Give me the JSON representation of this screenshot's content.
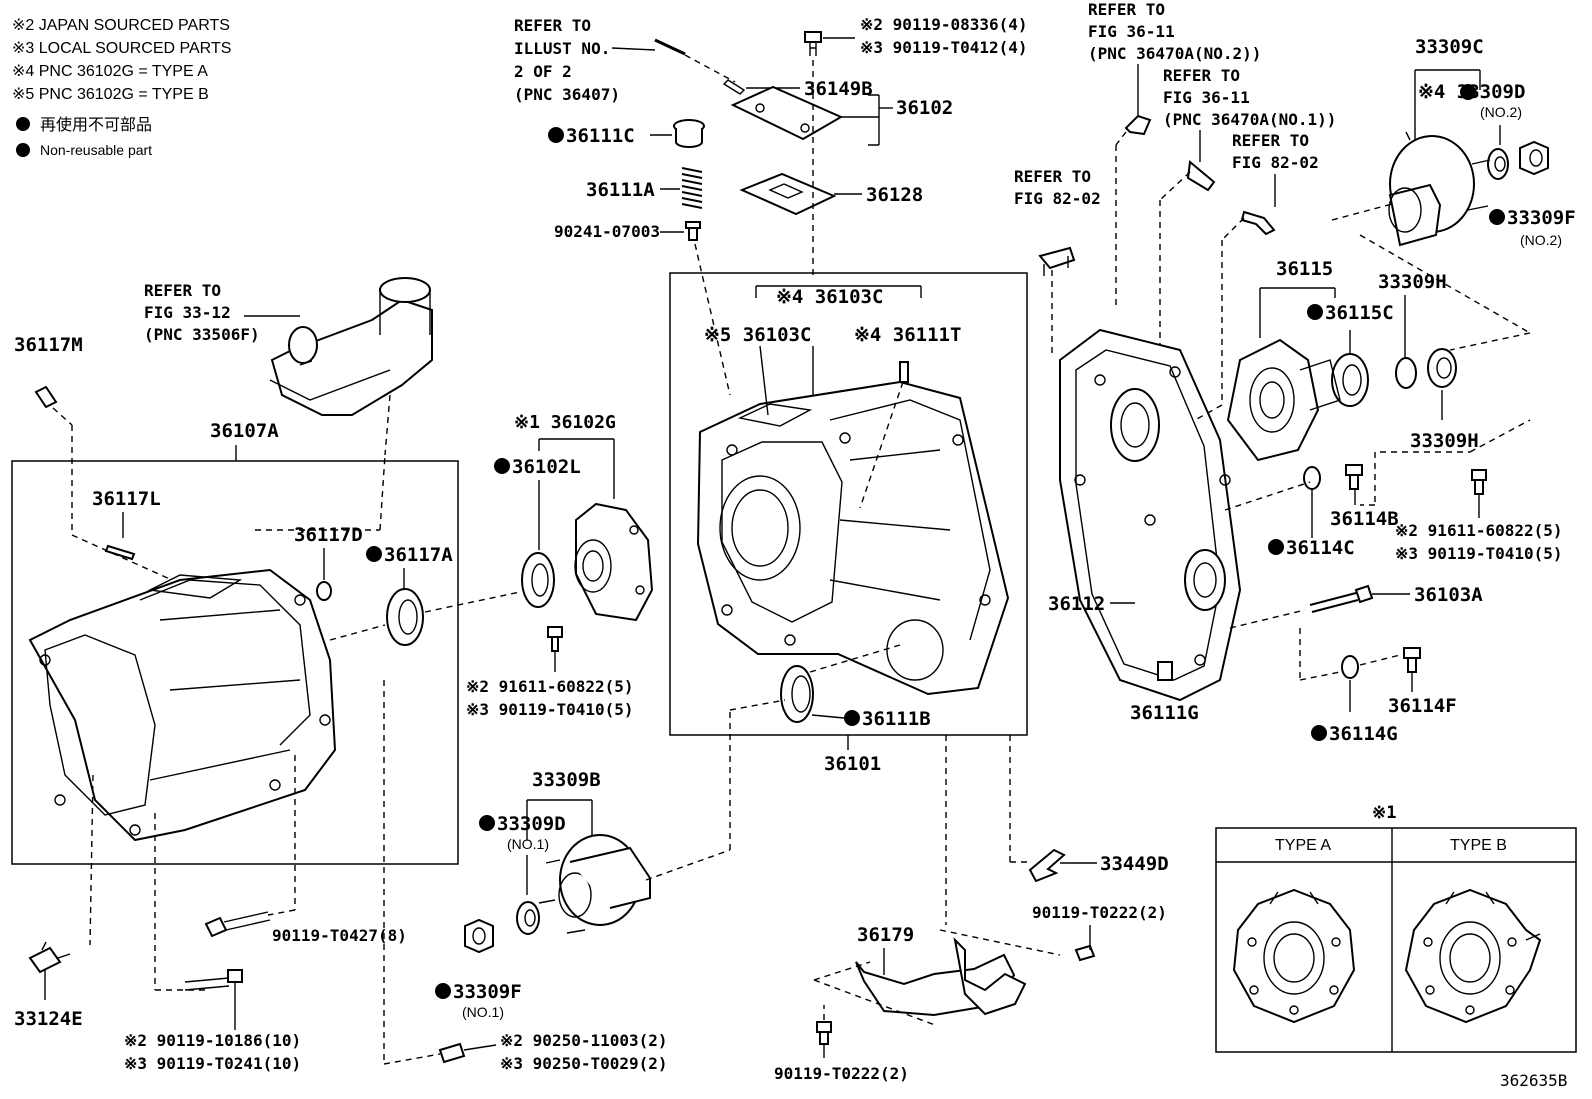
{
  "legend": {
    "items": [
      "※2 JAPAN SOURCED PARTS",
      "※3 LOCAL SOURCED PARTS",
      "※4 PNC 36102G = TYPE A",
      "※5 PNC 36102G = TYPE B",
      "再使用不可部品",
      "Non-reusable part"
    ]
  },
  "references": {
    "illust": [
      "REFER TO",
      "ILLUST NO.",
      "2 OF 2",
      "(PNC 36407)"
    ],
    "fig3312": [
      "REFER TO",
      "FIG 33-12",
      "(PNC 33506F)"
    ],
    "fig3611a": [
      "REFER TO",
      "FIG 36-11",
      "(PNC 36470A(NO.2))"
    ],
    "fig3611b": [
      "REFER TO",
      "FIG 36-11",
      "(PNC 36470A(NO.1))"
    ],
    "fig8202a": [
      "REFER TO",
      "FIG 82-02"
    ],
    "fig8202b": [
      "REFER TO",
      "FIG 82-02"
    ]
  },
  "labels": {
    "p36149B": "36149B",
    "p36102": "36102",
    "p36128": "36128",
    "p36111C": "36111C",
    "p36111A": "36111A",
    "p90241": "90241-07003",
    "p90119_08336": "※2 90119-08336(4)",
    "p90119_T0412": "※3 90119-T0412(4)",
    "p36103C_main": "※4 36103C",
    "p36103C_5": "※5 36103C",
    "p36111T": "※4 36111T",
    "p36101": "36101",
    "p36111B": "36111B",
    "p36117M": "36117M",
    "p36107A": "36107A",
    "p36117L": "36117L",
    "p36117D": "36117D",
    "p36117A": "36117A",
    "p36102G": "※1 36102G",
    "p36102L": "36102L",
    "p91611_left": "※2 91611-60822(5)",
    "p90119_T0410_left": "※3 90119-T0410(5)",
    "p33309B": "33309B",
    "p33309D_1": "33309D",
    "no1_a": "(NO.1)",
    "p33309F_1": "33309F",
    "no1_b": "(NO.1)",
    "p90119_T0427": "90119-T0427(8)",
    "p33124E": "33124E",
    "p90119_10186": "※2 90119-10186(10)",
    "p90119_T0241": "※3 90119-T0241(10)",
    "p90250_11003": "※2 90250-11003(2)",
    "p90250_T0029": "※3 90250-T0029(2)",
    "p36179": "36179",
    "p90119_T0222_a": "90119-T0222(2)",
    "p90119_T0222_b": "90119-T0222(2)",
    "p33449D": "33449D",
    "p33309C": "33309C",
    "p33309D_2": "※4 33309D",
    "no2_a": "(NO.2)",
    "p33309F_2": "33309F",
    "no2_b": "(NO.2)",
    "p36115": "36115",
    "p36115C": "36115C",
    "p33309H_top": "33309H",
    "p33309H_bot": "33309H",
    "p36114B": "36114B",
    "p36114C": "36114C",
    "p91611_right": "※2 91611-60822(5)",
    "p90119_T0410_right": "※3 90119-T0410(5)",
    "p36112": "36112",
    "p36103A": "36103A",
    "p36111G": "36111G",
    "p36114F": "36114F",
    "p36114G": "36114G",
    "type_box_title": "※1",
    "type_a": "TYPE A",
    "type_b": "TYPE B",
    "fig_code": "362635B"
  }
}
